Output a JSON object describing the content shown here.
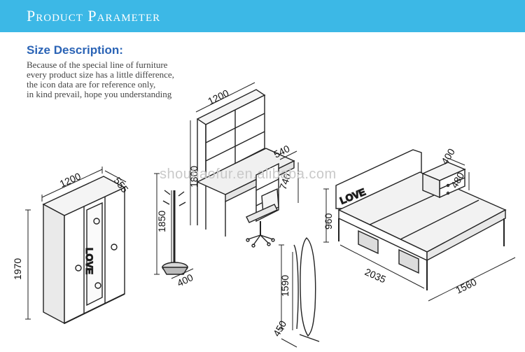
{
  "header": {
    "title": "Product Parameter",
    "color": "#3cb8e6"
  },
  "size_description": {
    "title": "Size Description:",
    "lines": [
      "Because of the special line of furniture",
      "every product size has a little difference,",
      "the icon data are for reference only,",
      "in kind prevail, hope you understanding"
    ]
  },
  "watermark": "shouhaofur.en.alibaba.com",
  "wardrobe": {
    "width": "1200",
    "depth": "555",
    "height": "1970",
    "door_text": "LOVE"
  },
  "coat_rack": {
    "height": "1850",
    "base": "400"
  },
  "desk": {
    "width": "1200",
    "height": "1800",
    "depth": "540",
    "desk_height": "740"
  },
  "mirror": {
    "height": "1590",
    "base": "450"
  },
  "bed": {
    "headboard_text": "LOVE",
    "headboard_height": "960",
    "length": "2035",
    "width": "1560"
  },
  "nightstand": {
    "width": "400",
    "height": "480"
  }
}
